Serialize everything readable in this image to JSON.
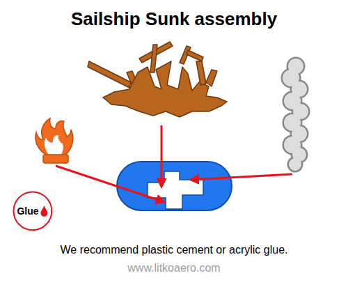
{
  "diagram": {
    "title": "Sailship Sunk assembly",
    "caption": "We recommend plastic cement or acrylic glue.",
    "nodes": [
      {
        "text": [
          "Glue"
        ]
      }
    ],
    "labels": [
      "www.litkoaero.com"
    ]
  }
}
